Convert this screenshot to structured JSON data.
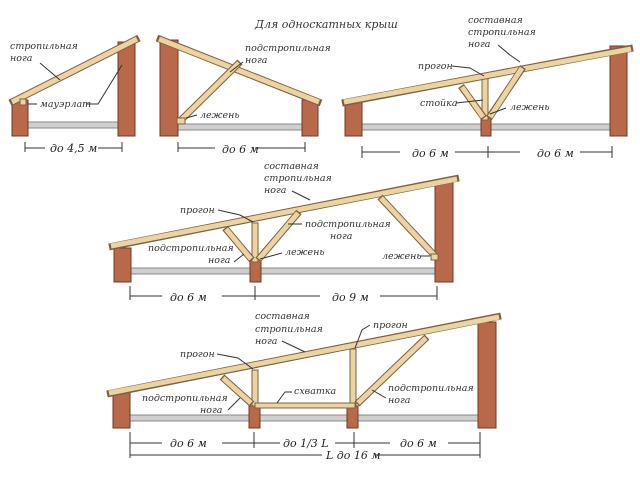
{
  "title": "Для односкатных крыш",
  "labels": {
    "rafter": [
      "стропильная",
      "нога"
    ],
    "mauerlat": "мауэрлат",
    "strut": [
      "подстропильная",
      "нога"
    ],
    "sill": "лежень",
    "composite_rafter": [
      "составная",
      "стропильная",
      "нога"
    ],
    "purlin": "прогон",
    "post": "стойка",
    "tie": "схватка"
  },
  "dimensions": {
    "d1": "до 4,5 м",
    "d2": "до 6 м",
    "d3a": "до 6 м",
    "d3b": "до 6 м",
    "d4a": "до 6 м",
    "d4b": "до 9 м",
    "d5a": "до 6 м",
    "d5b": "до 1/3 L",
    "d5c": "до 6 м",
    "d5total": "L до 16 м"
  },
  "colors": {
    "wall": "#b8694a",
    "timber": "#ecd3a2",
    "beam": "#cfcfcf"
  }
}
